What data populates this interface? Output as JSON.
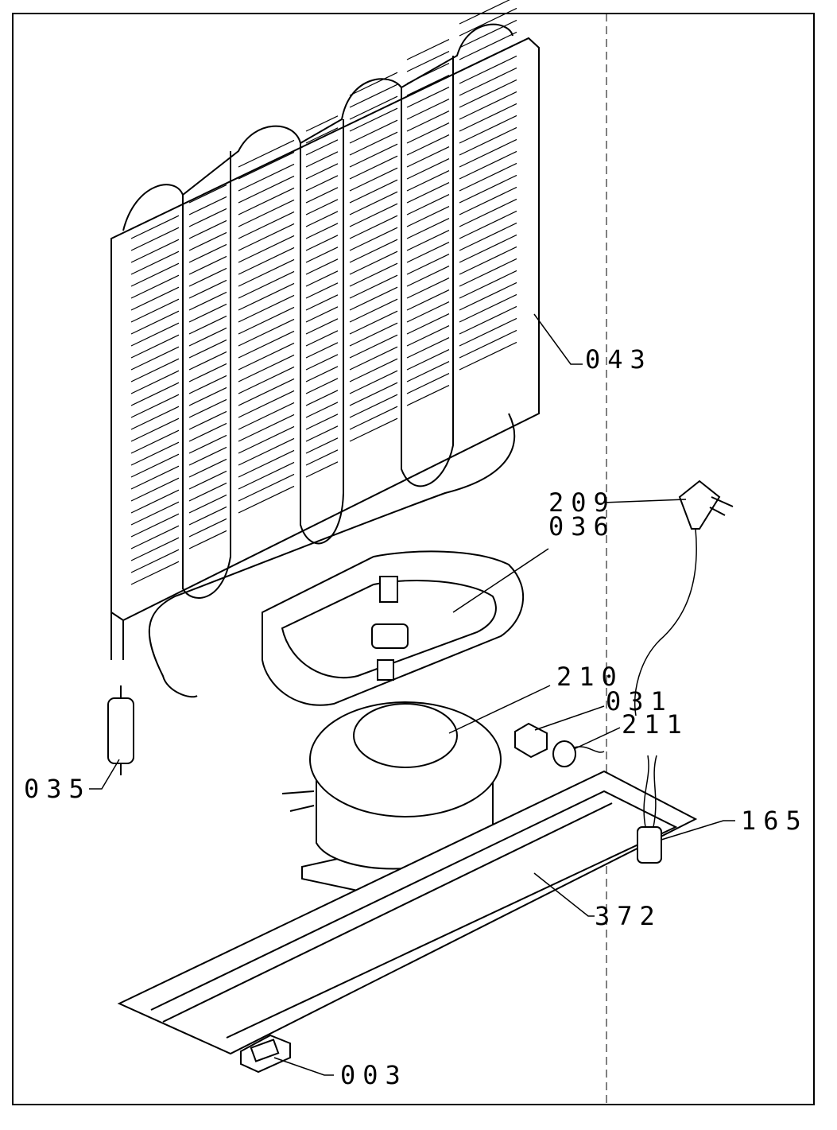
{
  "parts": [
    {
      "id": "p043",
      "label": "043",
      "name": "condenser"
    },
    {
      "id": "p209",
      "label": "209",
      "name": "power-plug"
    },
    {
      "id": "p036",
      "label": "036",
      "name": "compressor-tray"
    },
    {
      "id": "p210",
      "label": "210",
      "name": "compressor"
    },
    {
      "id": "p031",
      "label": "031",
      "name": "relay"
    },
    {
      "id": "p211",
      "label": "211",
      "name": "overload-protector"
    },
    {
      "id": "p165",
      "label": "165",
      "name": "capacitor"
    },
    {
      "id": "p372",
      "label": "372",
      "name": "base-bracket"
    },
    {
      "id": "p035",
      "label": "035",
      "name": "filter-drier"
    },
    {
      "id": "p003",
      "label": "003",
      "name": "foot-block"
    }
  ]
}
